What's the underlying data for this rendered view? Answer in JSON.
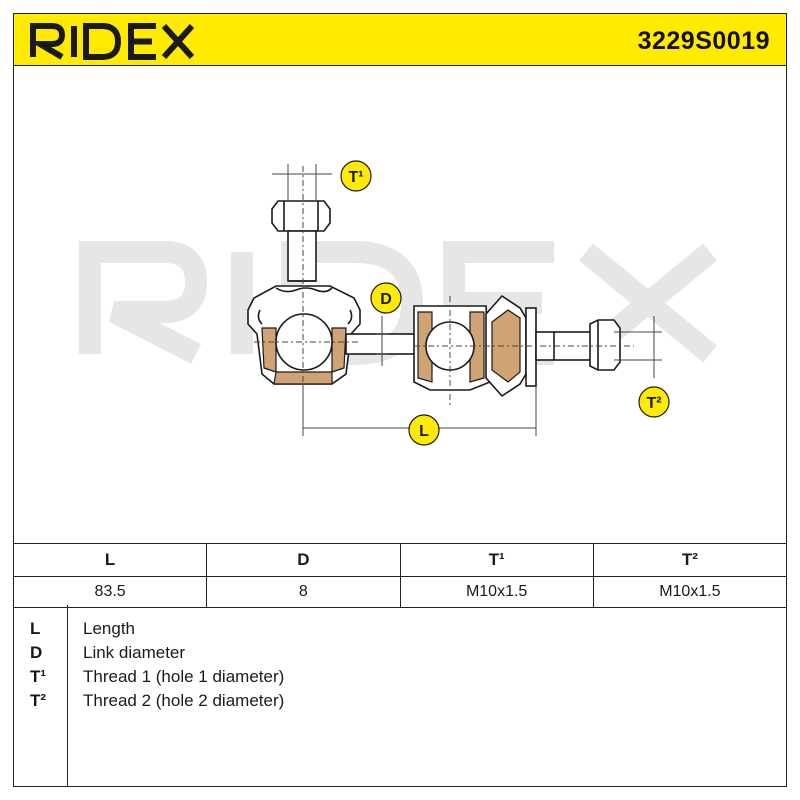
{
  "header": {
    "brand": "RIDEX",
    "part_number": "3229S0019"
  },
  "drawing": {
    "watermark": "RIDEX",
    "callouts": {
      "t1": "T¹",
      "t2": "T²",
      "d": "D",
      "l": "L"
    }
  },
  "spec_table": {
    "columns": [
      "L",
      "D",
      "T¹",
      "T²"
    ],
    "values": [
      "83.5",
      "8",
      "M10x1.5",
      "M10x1.5"
    ]
  },
  "legend": [
    {
      "key": "L",
      "desc": "Length"
    },
    {
      "key": "D",
      "desc": "Link diameter"
    },
    {
      "key": "T¹",
      "desc": "Thread 1 (hole 1 diameter)"
    },
    {
      "key": "T²",
      "desc": "Thread 2 (hole 2 diameter)"
    }
  ],
  "colors": {
    "brand_yellow": "#ffea00",
    "ink": "#1a1a1a",
    "watermark": "#e6e6e6"
  }
}
